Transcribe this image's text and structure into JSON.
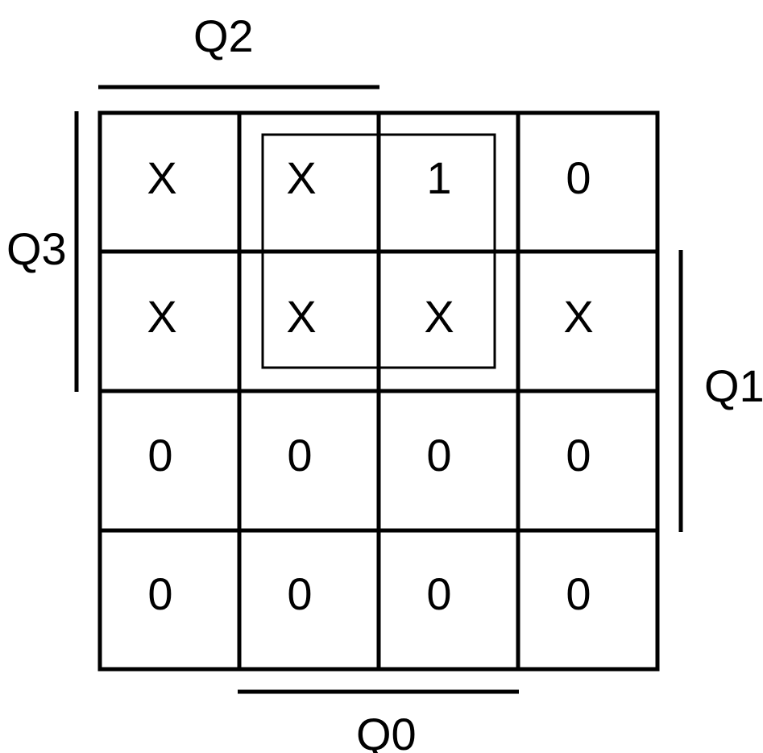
{
  "labels": {
    "q2": "Q2",
    "q3": "Q3",
    "q1": "Q1",
    "q0": "Q0"
  },
  "cells": [
    [
      "X",
      "X",
      "1",
      "0"
    ],
    [
      "X",
      "X",
      "X",
      "X"
    ],
    [
      "0",
      "0",
      "0",
      "0"
    ],
    [
      "0",
      "0",
      "0",
      "0"
    ]
  ],
  "colors": {
    "line": "#000000",
    "background": "#ffffff"
  }
}
